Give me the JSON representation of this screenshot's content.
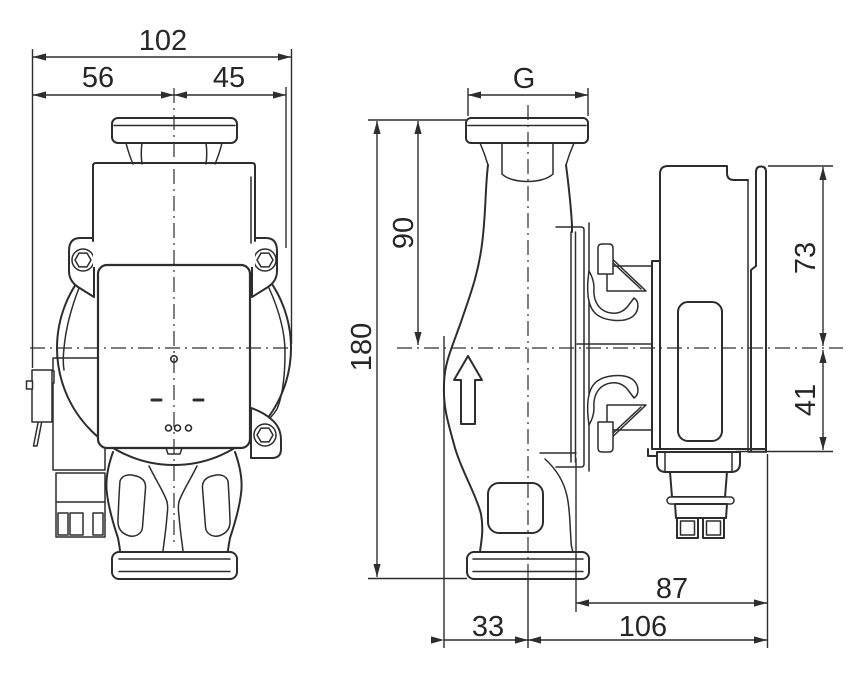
{
  "drawing": {
    "background_color": "#ffffff",
    "line_color": "#2d2d2d",
    "front_view": {
      "dim_total_width": "102",
      "dim_axis_left": "56",
      "dim_axis_right": "45"
    },
    "side_view": {
      "dim_thread": "G",
      "dim_top_to_axis": "90",
      "dim_total_height": "180",
      "dim_axis_to_module_top": "73",
      "dim_axis_to_module_bottom": "41",
      "dim_motor_depth": "87",
      "dim_axis_to_module_face": "106",
      "dim_inlet_to_axis": "33"
    }
  }
}
